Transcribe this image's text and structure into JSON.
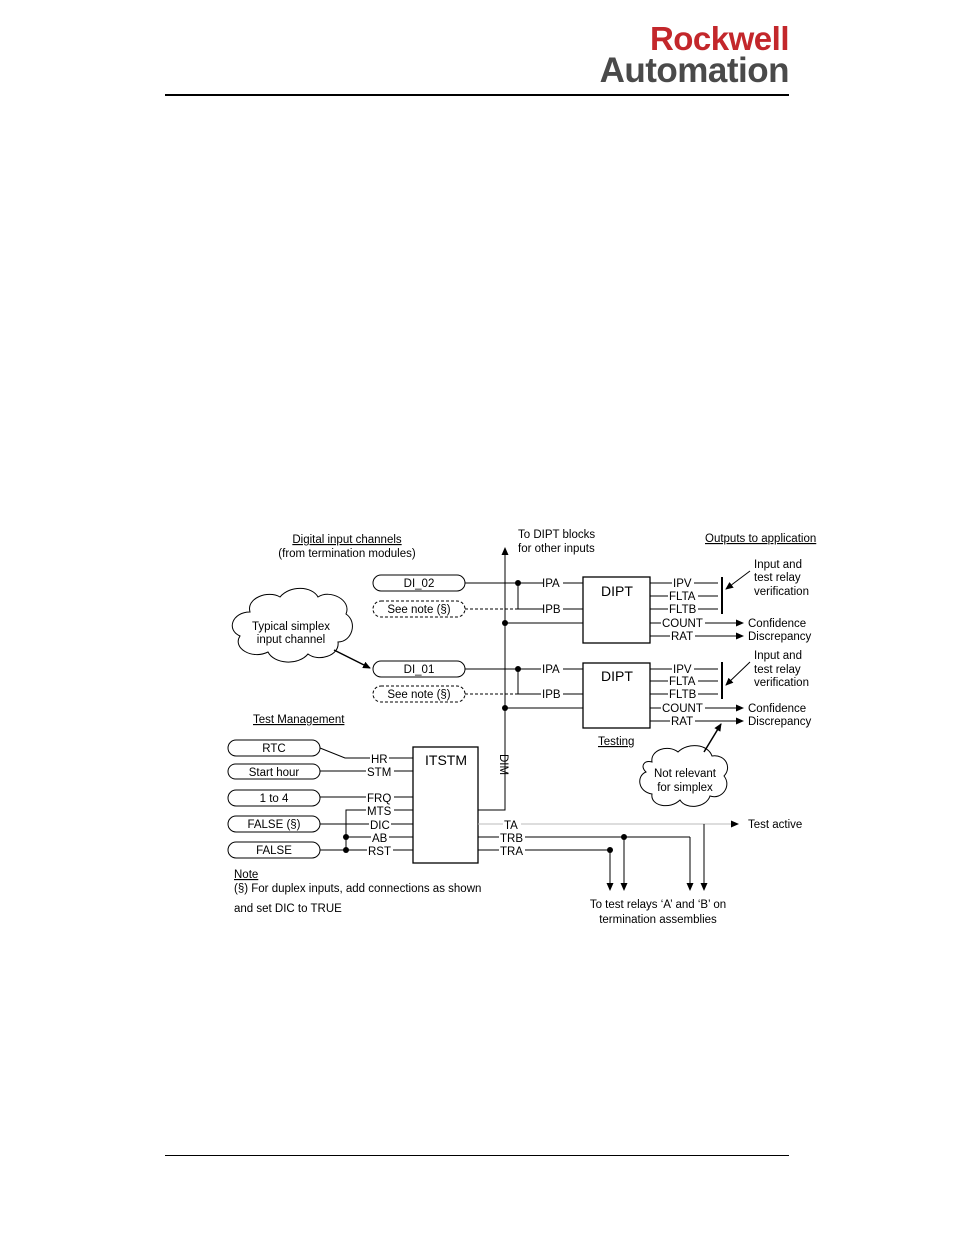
{
  "header": {
    "logo_line1": "Rockwell",
    "logo_line2": "Automation"
  },
  "figure": {
    "title_inputs": "Digital input channels",
    "subtitle_inputs": "(from termination modules)",
    "title_dipt": "To DIPT blocks",
    "subtitle_dipt": "for other inputs",
    "title_outputs": "Outputs to application",
    "pill_di02": "DI_02",
    "pill_note1": "See note (§)",
    "pill_di01": "DI_01",
    "pill_note2": "See note (§)",
    "cloud_simplex_1": "Typical simplex",
    "cloud_simplex_2": "input channel",
    "dipt_label": "DIPT",
    "ipa": "IPA",
    "ipb": "IPB",
    "ipv": "IPV",
    "flta": "FLTA",
    "fltb": "FLTB",
    "count": "COUNT",
    "rat": "RAT",
    "verif_1": "Input and",
    "verif_2": "test relay",
    "verif_3": "verification",
    "confidence": "Confidence",
    "discrepancy": "Discrepancy",
    "testing": "Testing",
    "test_mgmt": "Test Management",
    "pill_rtc": "RTC",
    "pill_start": "Start hour",
    "pill_1to4": "1 to 4",
    "pill_false_s": "FALSE (§)",
    "pill_false": "FALSE",
    "itstm": "ITSTM",
    "dim": "DIM",
    "hr": "HR",
    "stm": "STM",
    "frq": "FRQ",
    "mts": "MTS",
    "dic": "DIC",
    "ab": "AB",
    "rst": "RST",
    "ta": "TA",
    "trb": "TRB",
    "tra": "TRA",
    "test_active": "Test active",
    "cloud_nr_1": "Not relevant",
    "cloud_nr_2": "for simplex",
    "note_title": "Note",
    "note_line1": "(§) For duplex inputs, add connections as shown",
    "note_line2": "and set DIC to TRUE",
    "relays_1": "To test relays ‘A’ and ‘B’ on",
    "relays_2": "termination assemblies"
  }
}
